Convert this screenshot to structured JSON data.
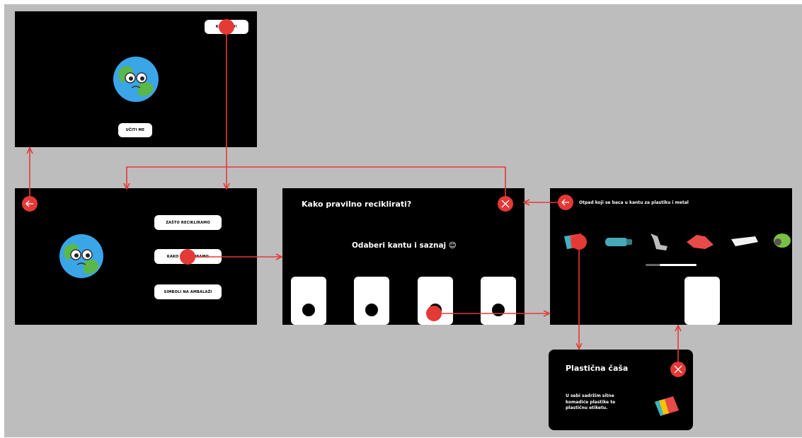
{
  "colors": {
    "accent": "#e53935",
    "screen_bg": "#000000",
    "canvas_bg": "#bdbdbd"
  },
  "screen1": {
    "start_button": "KRENIMO!",
    "about_button": "UČITI ME"
  },
  "screen2": {
    "menu": [
      "ZAŠTO RECIKLIRAMO",
      "KAKO RECIKLIRAMO",
      "SIMBOLI NA AMBALAŽI"
    ]
  },
  "screen3": {
    "title": "Kako pravilno reciklirati?",
    "subtitle": "Odaberi kantu i saznaj 😊"
  },
  "screen4": {
    "title": "Otpad koji se baca u kantu za plastiku i metal",
    "items": [
      "plastic-cup-icon",
      "bottle-icon",
      "metal-can-icon",
      "plastic-bag-icon",
      "food-tray-icon",
      "green-bottle-icon"
    ]
  },
  "popup": {
    "title": "Plastična čaša",
    "body": "U sebi sadržim sitne komadiće plastike te plastičnu etiketu."
  }
}
